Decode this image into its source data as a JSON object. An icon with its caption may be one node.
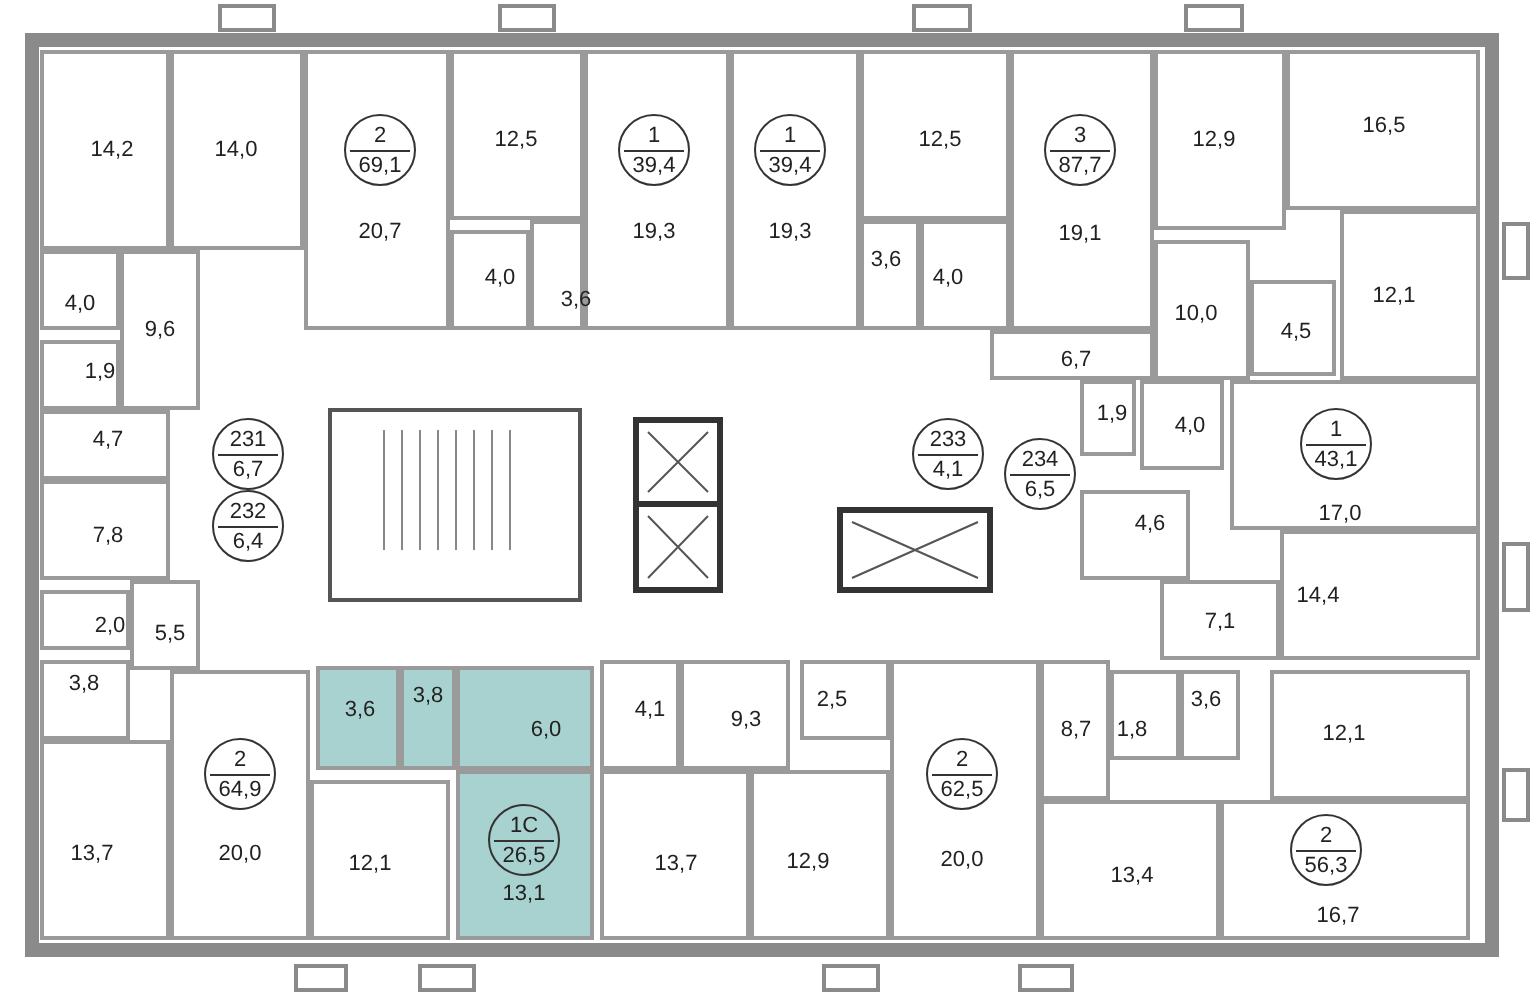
{
  "diagram": {
    "nodes": [
      {
        "text": [
          "14,2"
        ]
      },
      {
        "text": [
          "14,0"
        ]
      },
      {
        "text": [
          "20,7"
        ]
      },
      {
        "text": [
          "2",
          "69,1"
        ],
        "in": 2
      },
      {
        "text": [
          "12,5"
        ]
      },
      {
        "text": [
          "19,3"
        ]
      },
      {
        "text": [
          "1",
          "39,4"
        ],
        "in": 5
      },
      {
        "text": [
          "19,3"
        ]
      },
      {
        "text": [
          "1",
          "39,4"
        ],
        "in": 7
      },
      {
        "text": [
          "12,5"
        ]
      },
      {
        "text": [
          "19,1"
        ]
      },
      {
        "text": [
          "3",
          "87,7"
        ],
        "in": 10
      },
      {
        "text": [
          "12,9"
        ]
      },
      {
        "text": [
          "16,5"
        ]
      },
      {
        "text": [
          "4,0"
        ]
      },
      {
        "text": [
          "9,6"
        ]
      },
      {
        "text": [
          "4,0"
        ]
      },
      {
        "text": [
          "3,6"
        ]
      },
      {
        "text": [
          "3,6"
        ]
      },
      {
        "text": [
          "4,0"
        ]
      },
      {
        "text": [
          "12,1"
        ]
      },
      {
        "text": [
          "10,0"
        ]
      },
      {
        "text": [
          "4,5"
        ]
      },
      {
        "text": [
          "1,9"
        ]
      },
      {
        "text": [
          "6,7"
        ]
      },
      {
        "text": [
          "4,7"
        ]
      },
      {
        "text": [
          "231",
          "6,7"
        ]
      },
      {
        "text": [
          "233",
          "4,1"
        ]
      },
      {
        "text": [
          "1,9"
        ]
      },
      {
        "text": [
          "4,0"
        ]
      },
      {
        "text": [
          "17,0"
        ]
      },
      {
        "text": [
          "1",
          "43,1"
        ],
        "in": 30
      },
      {
        "text": [
          "234",
          "6,5"
        ]
      },
      {
        "text": [
          "7,8"
        ]
      },
      {
        "text": [
          "232",
          "6,4"
        ]
      },
      {
        "text": [
          "4,6"
        ]
      },
      {
        "text": [
          "2,0"
        ]
      },
      {
        "text": [
          "5,5"
        ]
      },
      {
        "text": [
          "7,1"
        ]
      },
      {
        "text": [
          "14,4"
        ]
      },
      {
        "text": [
          "3,8"
        ]
      },
      {
        "text": [
          "3,6"
        ]
      },
      {
        "text": [
          "3,8"
        ]
      },
      {
        "text": [
          "6,0"
        ]
      },
      {
        "text": [
          "4,1"
        ]
      },
      {
        "text": [
          "9,3"
        ]
      },
      {
        "text": [
          "2,5"
        ]
      },
      {
        "text": [
          "8,7"
        ]
      },
      {
        "text": [
          "3,6"
        ]
      },
      {
        "text": [
          "1,8"
        ]
      },
      {
        "text": [
          "12,1"
        ]
      },
      {
        "text": [
          "20,0"
        ]
      },
      {
        "text": [
          "2",
          "64,9"
        ],
        "in": 51
      },
      {
        "text": [
          "13,7"
        ]
      },
      {
        "text": [
          "12,1"
        ]
      },
      {
        "text": [
          "13,1"
        ]
      },
      {
        "text": [
          "1С",
          "26,5"
        ],
        "in": 55
      },
      {
        "text": [
          "13,7"
        ]
      },
      {
        "text": [
          "12,9"
        ]
      },
      {
        "text": [
          "20,0"
        ]
      },
      {
        "text": [
          "2",
          "62,5"
        ],
        "in": 59
      },
      {
        "text": [
          "13,4"
        ]
      },
      {
        "text": [
          "16,7"
        ]
      },
      {
        "text": [
          "2",
          "56,3"
        ],
        "in": 62
      }
    ]
  }
}
